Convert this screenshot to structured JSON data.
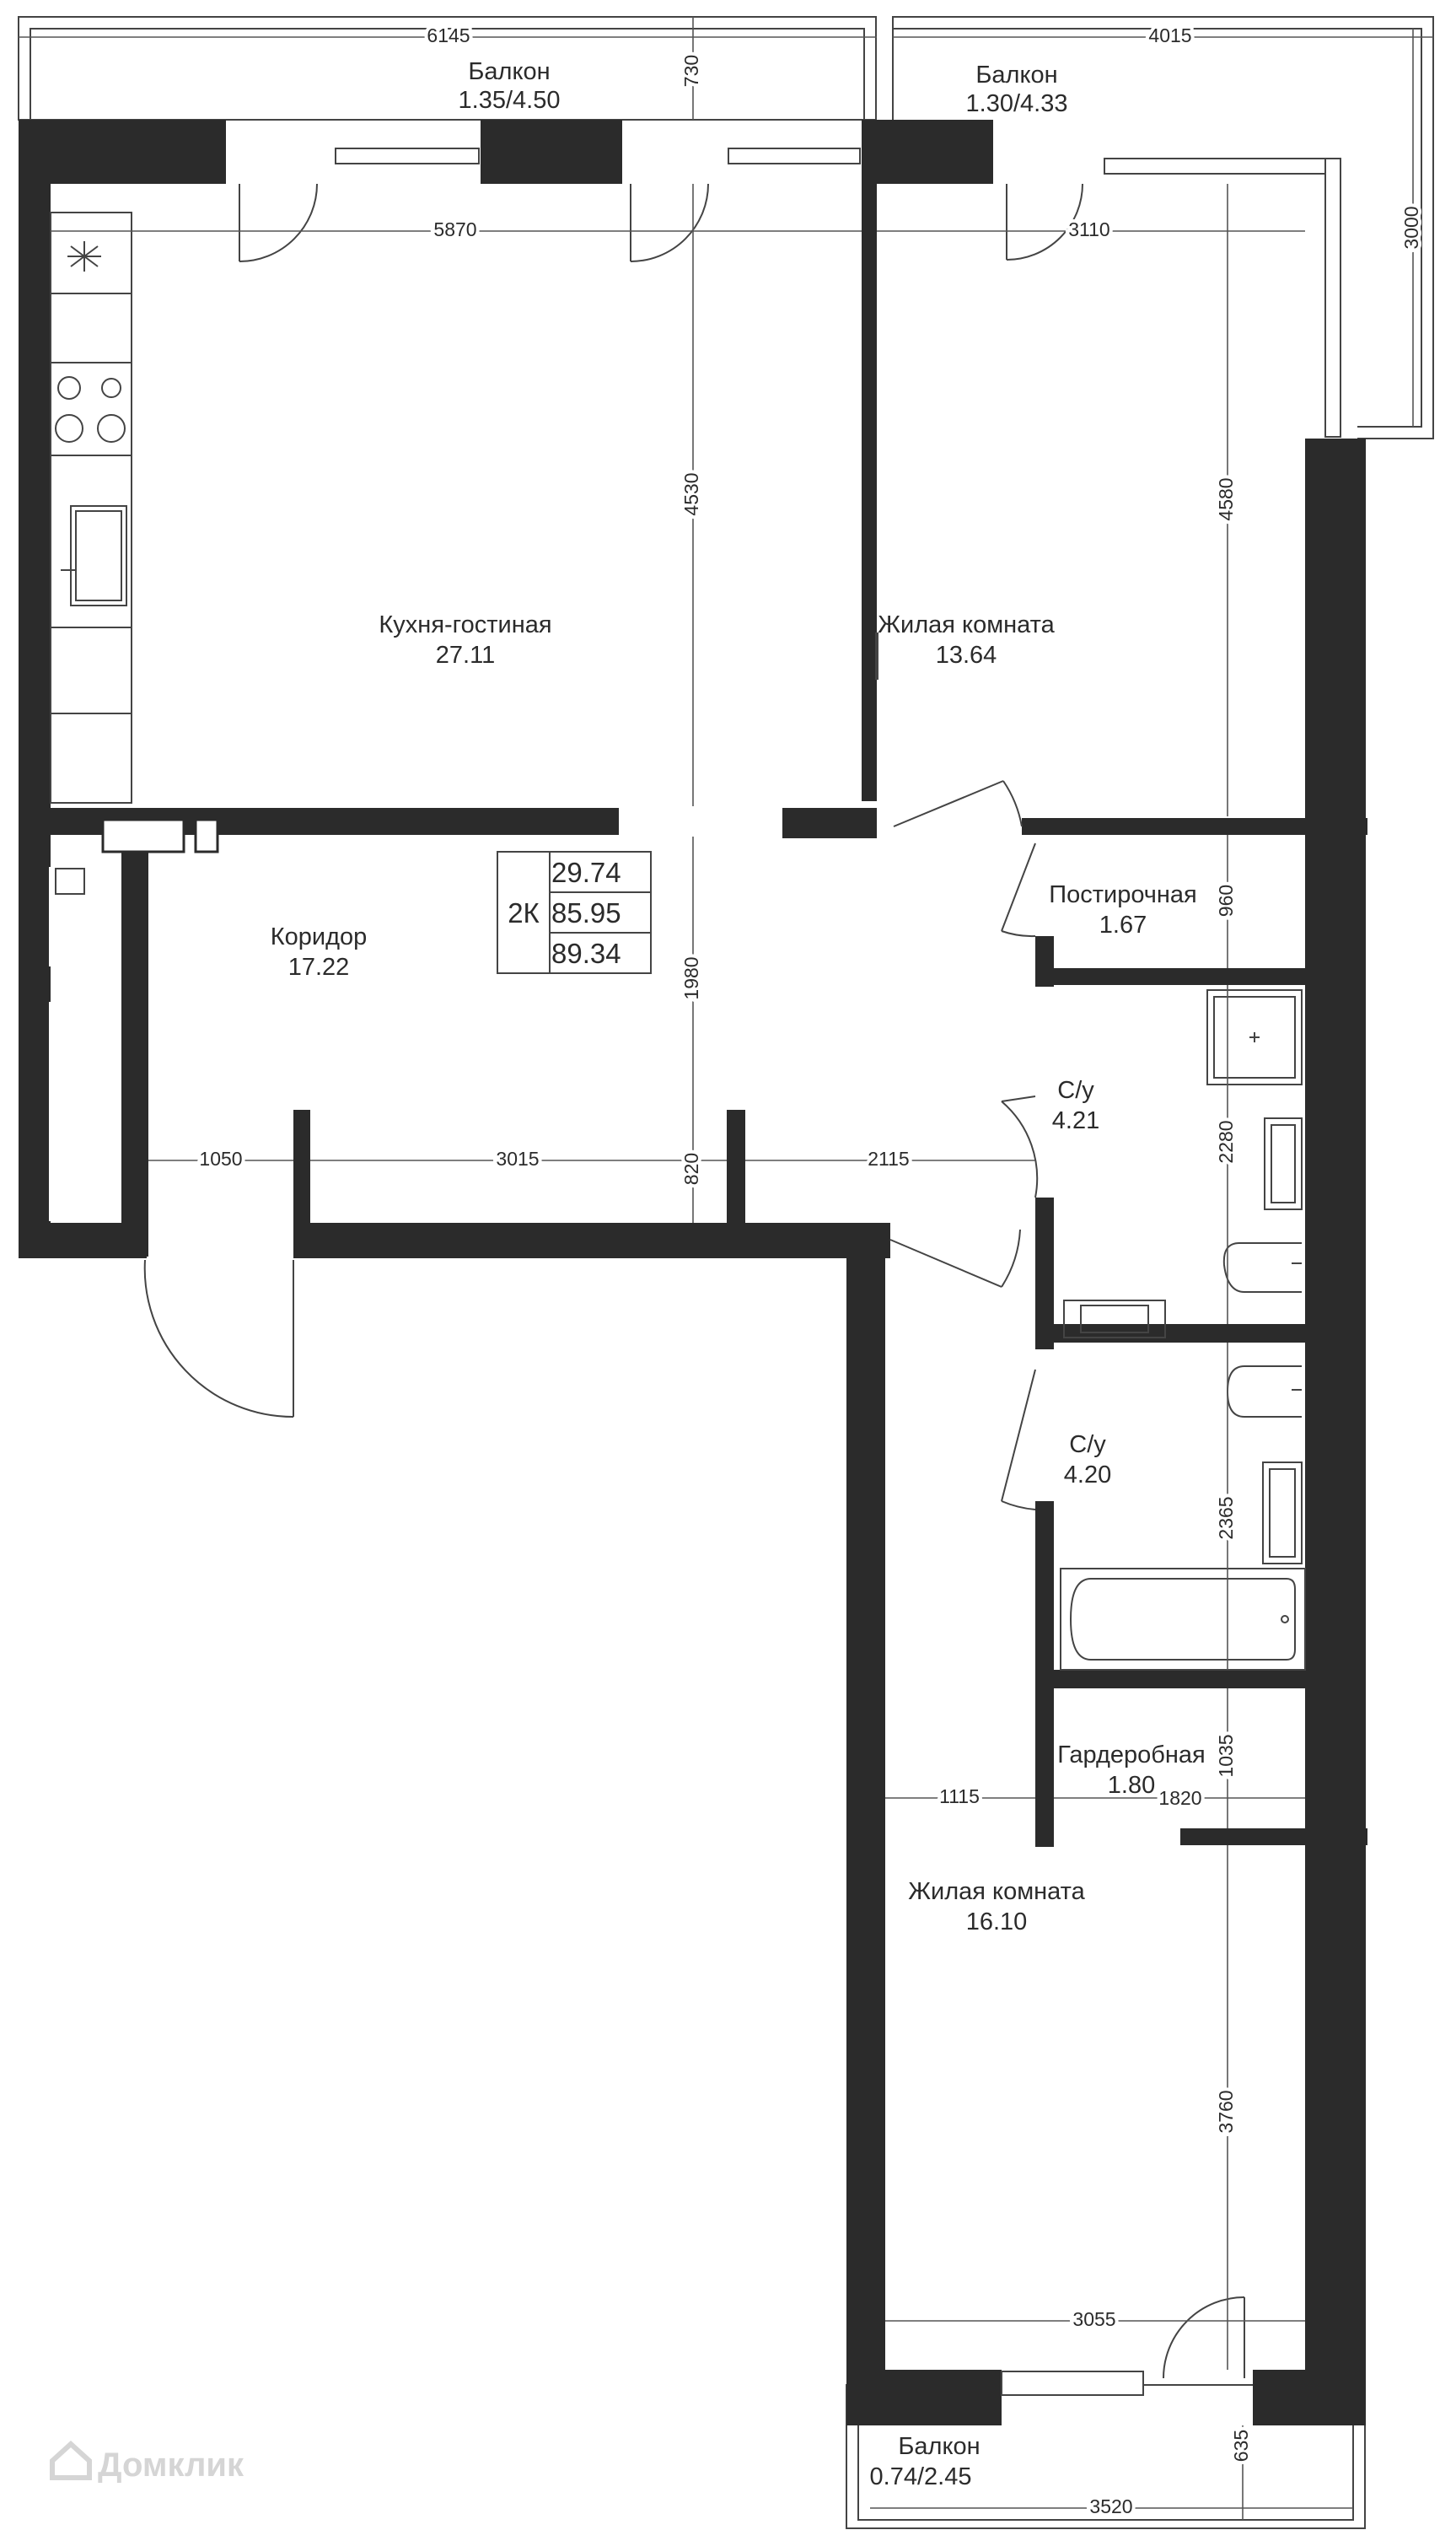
{
  "rooms": [
    {
      "id": "kitchen",
      "name": "Кухня-гостиная",
      "area": "27.11"
    },
    {
      "id": "bedroom1",
      "name": "Жилая комната",
      "area": "13.64"
    },
    {
      "id": "laundry",
      "name": "Постирочная",
      "area": "1.67"
    },
    {
      "id": "corridor",
      "name": "Коридор",
      "area": "17.22"
    },
    {
      "id": "bath1",
      "name": "С/у",
      "area": "4.21"
    },
    {
      "id": "bath2",
      "name": "С/у",
      "area": "4.20"
    },
    {
      "id": "wardrobe",
      "name": "Гардеробная",
      "area": "1.80"
    },
    {
      "id": "bedroom2",
      "name": "Жилая комната",
      "area": "16.10"
    }
  ],
  "balconies": [
    {
      "id": "balcony1",
      "name": "Балкон",
      "area": "1.35/4.50"
    },
    {
      "id": "balcony2",
      "name": "Балкон",
      "area": "1.30/4.33"
    },
    {
      "id": "balcony3",
      "name": "Балкон",
      "area": "0.74/2.45"
    }
  ],
  "summary": {
    "type": "2К",
    "living_area": "29.74",
    "total_area": "85.95",
    "total_with_balconies": "89.34"
  },
  "dimensions": {
    "top_left": "6145",
    "top_right": "4015",
    "balcony_depth": "730",
    "right_balcony_height": "3000",
    "kitchen_width": "5870",
    "bedroom1_width": "3110",
    "kitchen_depth": "4530",
    "bedroom1_depth": "4580",
    "laundry_depth": "960",
    "corridor_depth": "1980",
    "entry_width": "1050",
    "corridor_mid": "3015",
    "corridor_opening": "820",
    "corridor_right": "2115",
    "bath1_depth": "2280",
    "bath2_depth": "2365",
    "wardrobe_depth": "1035",
    "wardrobe_left": "1115",
    "wardrobe_width": "1820",
    "bedroom2_depth": "3760",
    "bedroom2_width": "3055",
    "bottom_balcony_width": "3520",
    "bottom_balcony_depth": "635"
  },
  "watermark": "Домклик",
  "colors": {
    "wall": "#2b2b2b",
    "line": "#444444"
  }
}
